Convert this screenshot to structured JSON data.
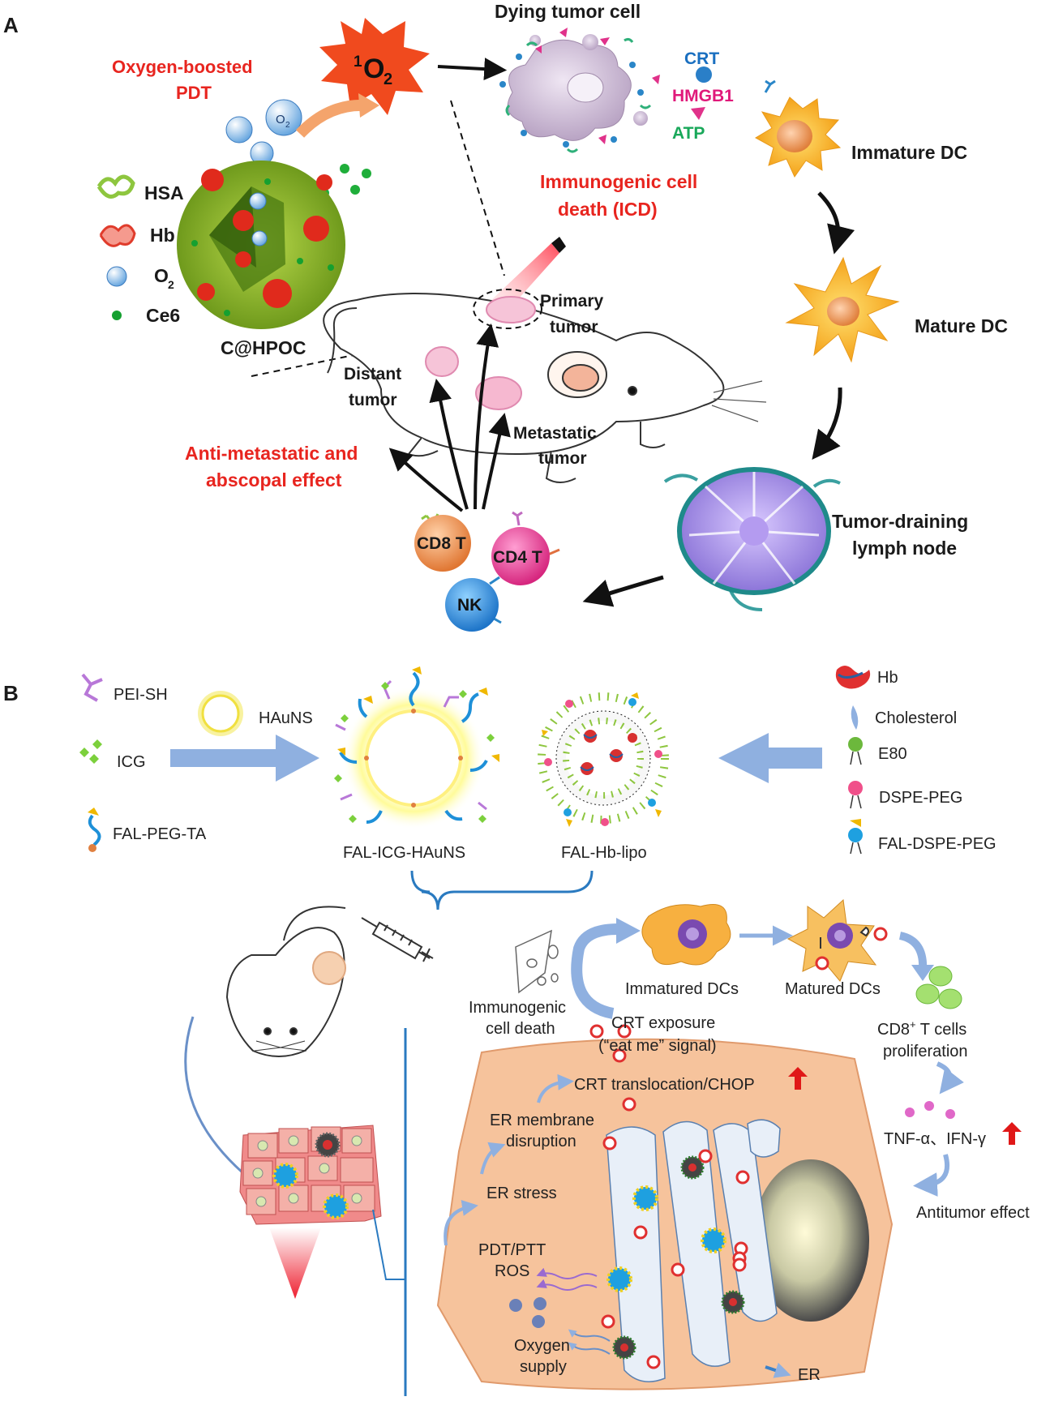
{
  "panel_a": {
    "panel_letter": "A",
    "dying_tumor_cell": "Dying tumor cell",
    "singlet_oxygen_base": "1",
    "singlet_oxygen_main": "O",
    "singlet_oxygen_sub": "2",
    "oxygen_boosted_l1": "Oxygen-boosted",
    "oxygen_boosted_l2": "PDT",
    "o2_bubble_main": "O",
    "o2_bubble_sub": "2",
    "crt": "CRT",
    "hmgb1": "HMGB1",
    "atp": "ATP",
    "icd_l1": "Immunogenic cell",
    "icd_l2": "death (ICD)",
    "immature_dc": "Immature DC",
    "mature_dc": "Mature DC",
    "legend_hsa": "HSA",
    "legend_hb": "Hb",
    "legend_o2_main": "O",
    "legend_o2_sub": "2",
    "legend_ce6": "Ce6",
    "nanoparticle": "C@HPOC",
    "primary_tumor_l1": "Primary",
    "primary_tumor_l2": "tumor",
    "distant_tumor_l1": "Distant",
    "distant_tumor_l2": "tumor",
    "metastatic_tumor_l1": "Metastatic",
    "metastatic_tumor_l2": "tumor",
    "anti_metastatic_l1": "Anti-metastatic and",
    "anti_metastatic_l2": "abscopal effect",
    "lymph_node_l1": "Tumor-draining",
    "lymph_node_l2": "lymph node",
    "cd8t": "CD8 T",
    "cd4t": "CD4 T",
    "nk": "NK"
  },
  "panel_b": {
    "panel_letter": "B",
    "pei_sh": "PEI-SH",
    "icg": "ICG",
    "hauns": "HAuNS",
    "fal_peg_ta": "FAL-PEG-TA",
    "fal_icg_hauns": "FAL-ICG-HAuNS",
    "fal_hb_lipo": "FAL-Hb-lipo",
    "legend_hb": "Hb",
    "legend_cholesterol": "Cholesterol",
    "legend_e80": "E80",
    "legend_dspe_peg": "DSPE-PEG",
    "legend_fal_dspe_peg": "FAL-DSPE-PEG",
    "icd_l1": "Immunogenic",
    "icd_l2": "cell death",
    "immatured_dcs": "Immatured DCs",
    "matured_dcs": "Matured DCs",
    "cd8_l1_pre": "CD8",
    "cd8_l1_sup": "+",
    "cd8_l1_post": " T cells",
    "cd8_l2": "proliferation",
    "crt_exposure_l1": "CRT exposure",
    "crt_exposure_l2": "(“eat me” signal)",
    "crt_translocation": "CRT translocation/CHOP",
    "er_membrane_l1": "ER membrane",
    "er_membrane_l2": "disruption",
    "er_stress": "ER stress",
    "pdt_ptt_l1": "PDT/PTT",
    "pdt_ptt_l2": "ROS",
    "oxygen_l1": "Oxygen",
    "oxygen_l2": "supply",
    "er": "ER",
    "tnf_ifn": "TNF-α、IFN-γ",
    "antitumor": "Antitumor effect"
  },
  "colors": {
    "accent_red": "#e8251f",
    "arrow_blue": "#8fb0e0",
    "cell_orange": "#f6c39c",
    "dc_yellow": "#f7a925"
  }
}
